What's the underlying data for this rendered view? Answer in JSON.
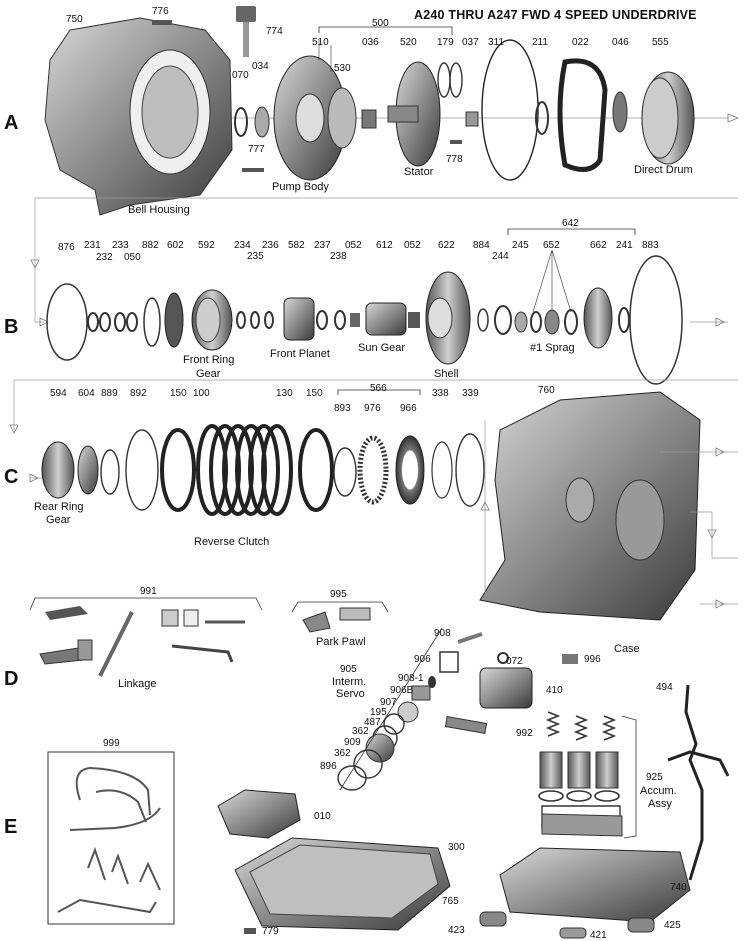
{
  "title": "A240 THRU  A247   FWD 4 SPEED UNDERDRIVE",
  "rows": [
    "A",
    "B",
    "C",
    "D",
    "E"
  ],
  "rowA": {
    "parts": [
      "750",
      "776",
      "774",
      "500",
      "510",
      "036",
      "520",
      "530",
      "070",
      "034",
      "179",
      "037",
      "311",
      "211",
      "022",
      "046",
      "555",
      "777",
      "778"
    ],
    "captions": {
      "pump": "Pump Body",
      "stator": "Stator",
      "bell": "Bell Housing",
      "direct": "Direct Drum"
    }
  },
  "rowB": {
    "parts": [
      "876",
      "231",
      "232",
      "233",
      "050",
      "882",
      "602",
      "592",
      "234",
      "235",
      "236",
      "582",
      "237",
      "238",
      "052",
      "612",
      "052",
      "622",
      "884",
      "244",
      "245",
      "642",
      "652",
      "662",
      "241",
      "883"
    ],
    "captions": {
      "front_ring": "Front Ring",
      "front_ring2": "Gear",
      "front_planet": "Front Planet",
      "sun": "Sun Gear",
      "shell": "Shell",
      "sprag": "#1 Sprag"
    }
  },
  "rowC": {
    "parts": [
      "594",
      "604",
      "889",
      "892",
      "150",
      "100",
      "130",
      "150",
      "566",
      "893",
      "976",
      "966",
      "338",
      "339",
      "760"
    ],
    "captions": {
      "rear_ring": "Rear Ring",
      "rear_ring2": "Gear",
      "reverse": "Reverse Clutch",
      "case": "Case"
    }
  },
  "rowD": {
    "parts": [
      "991",
      "995",
      "908",
      "906",
      "908-1",
      "906B",
      "907",
      "195",
      "487",
      "362",
      "909",
      "362",
      "896",
      "072",
      "996",
      "410",
      "992",
      "905"
    ],
    "captions": {
      "linkage": "Linkage",
      "park": "Park Pawl",
      "servo1": "Interm.",
      "servo2": "Servo"
    }
  },
  "rowE": {
    "parts": [
      "999",
      "010",
      "300",
      "765",
      "779",
      "494",
      "925",
      "740",
      "423",
      "421",
      "425"
    ],
    "captions": {
      "accum1": "Accum.",
      "accum2": "Assy"
    }
  }
}
